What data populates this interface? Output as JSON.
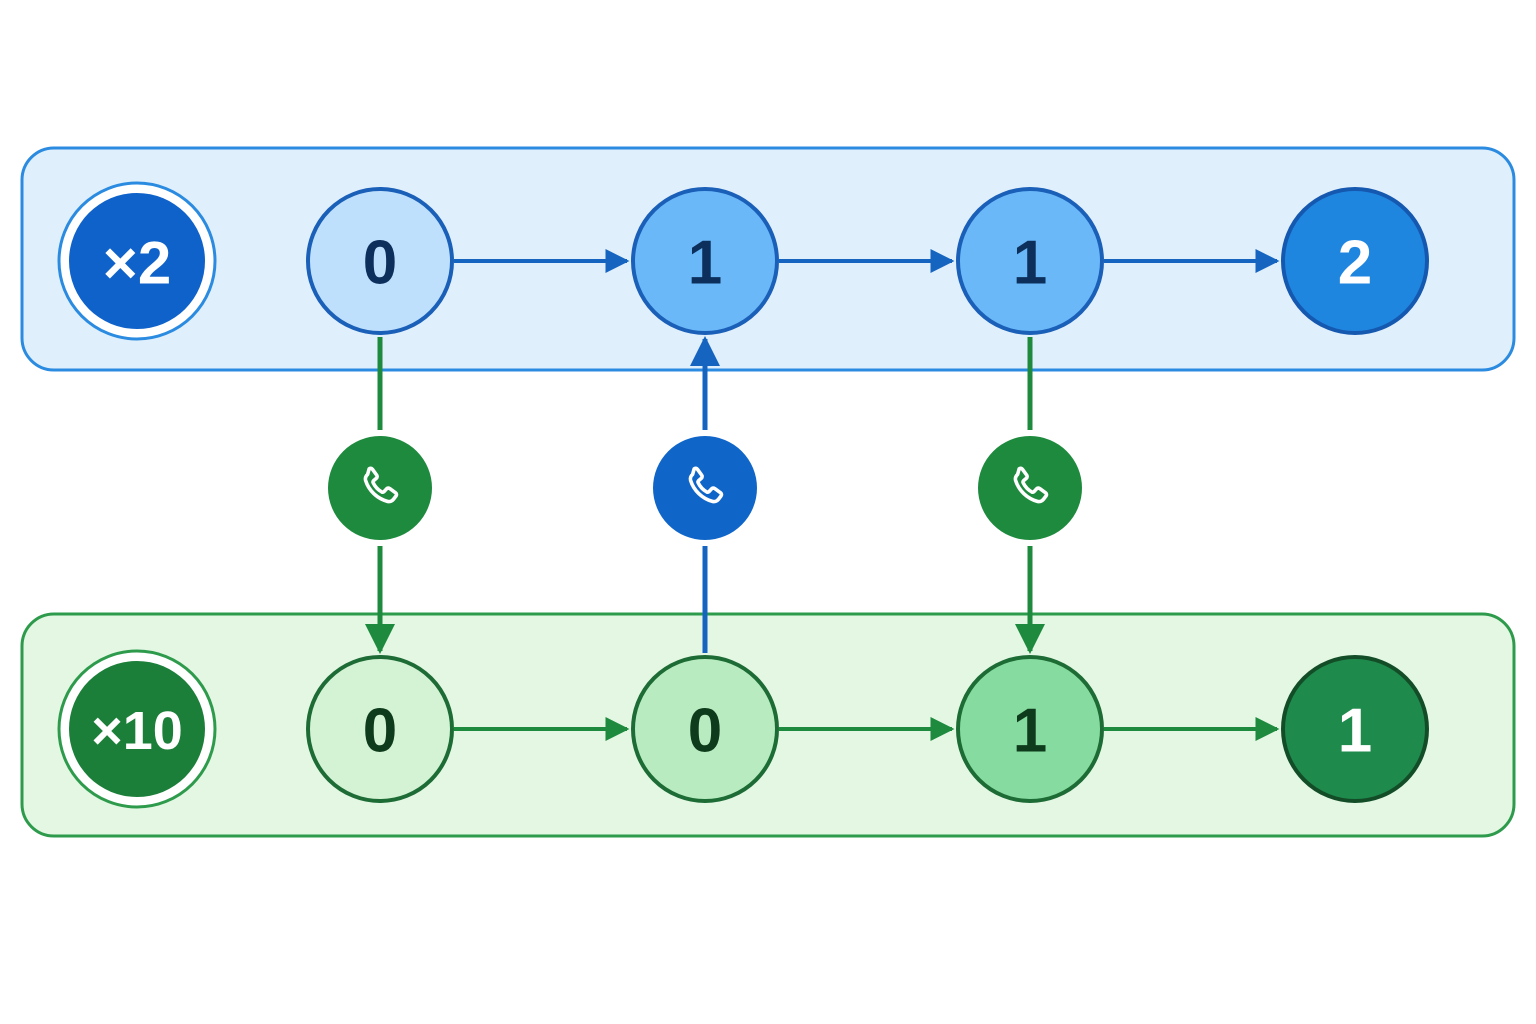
{
  "colors": {
    "blue_band_fill": "#e0effc",
    "blue_band_stroke": "#2b8be0",
    "green_band_fill": "#e3f7e3",
    "green_band_stroke": "#2e9b4c",
    "blue_edge": "#1565c0",
    "green_edge": "#1e8a3e",
    "blue_call": "#0f66c8",
    "green_call": "#1e8a3e"
  },
  "rows": [
    {
      "name": "blue-row",
      "badge": {
        "label": "×2",
        "fill": "#0f62c9",
        "ring": "#2b8be0"
      },
      "nodes": [
        {
          "label": "0",
          "fill": "#bfe0fc",
          "stroke": "#1a5fb8",
          "text": "#0c2f5c"
        },
        {
          "label": "1",
          "fill": "#6ab8f8",
          "stroke": "#1a5fb8",
          "text": "#0c2f5c"
        },
        {
          "label": "1",
          "fill": "#6ab8f8",
          "stroke": "#1a5fb8",
          "text": "#0c2f5c"
        },
        {
          "label": "2",
          "fill": "#1f86e0",
          "stroke": "#1558b0",
          "text": "#ffffff"
        }
      ]
    },
    {
      "name": "green-row",
      "badge": {
        "label": "×10",
        "fill": "#1c7f39",
        "ring": "#2e9b4c"
      },
      "nodes": [
        {
          "label": "0",
          "fill": "#d4f2d4",
          "stroke": "#1d6b35",
          "text": "#0e3b1c"
        },
        {
          "label": "0",
          "fill": "#b8ecc0",
          "stroke": "#1d6b35",
          "text": "#0e3b1c"
        },
        {
          "label": "1",
          "fill": "#86dba0",
          "stroke": "#1d6b35",
          "text": "#0e3b1c"
        },
        {
          "label": "1",
          "fill": "#1e8a4c",
          "stroke": "#134d27",
          "text": "#ffffff"
        }
      ]
    }
  ],
  "calls": [
    {
      "column": 0,
      "direction": "down",
      "color": "green",
      "icon": "phone-icon"
    },
    {
      "column": 1,
      "direction": "up",
      "color": "blue",
      "icon": "phone-icon"
    },
    {
      "column": 2,
      "direction": "down",
      "color": "green",
      "icon": "phone-icon"
    }
  ]
}
